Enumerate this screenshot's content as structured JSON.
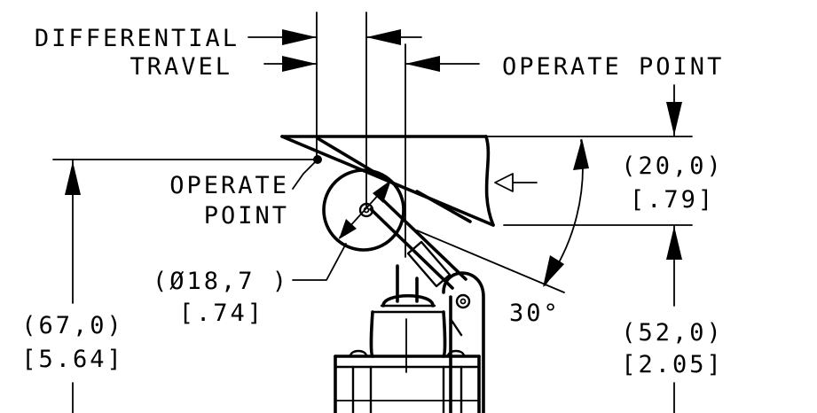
{
  "labels": {
    "differential_line1": "DIFFERENTIAL",
    "differential_line2": "TRAVEL",
    "operate_point_top": "OPERATE POINT",
    "operate_point_line1": "OPERATE",
    "operate_point_line2": "POINT",
    "diameter_mm": "(Ø18,7 )",
    "diameter_in": "[.74]",
    "total_height_mm": "(67,0)",
    "total_height_in": "[5.64]",
    "travel_mm": "(20,0)",
    "travel_in": "[.79]",
    "base_height_mm": "(52,0)",
    "base_height_in": "[2.05]",
    "angle": "30°"
  }
}
